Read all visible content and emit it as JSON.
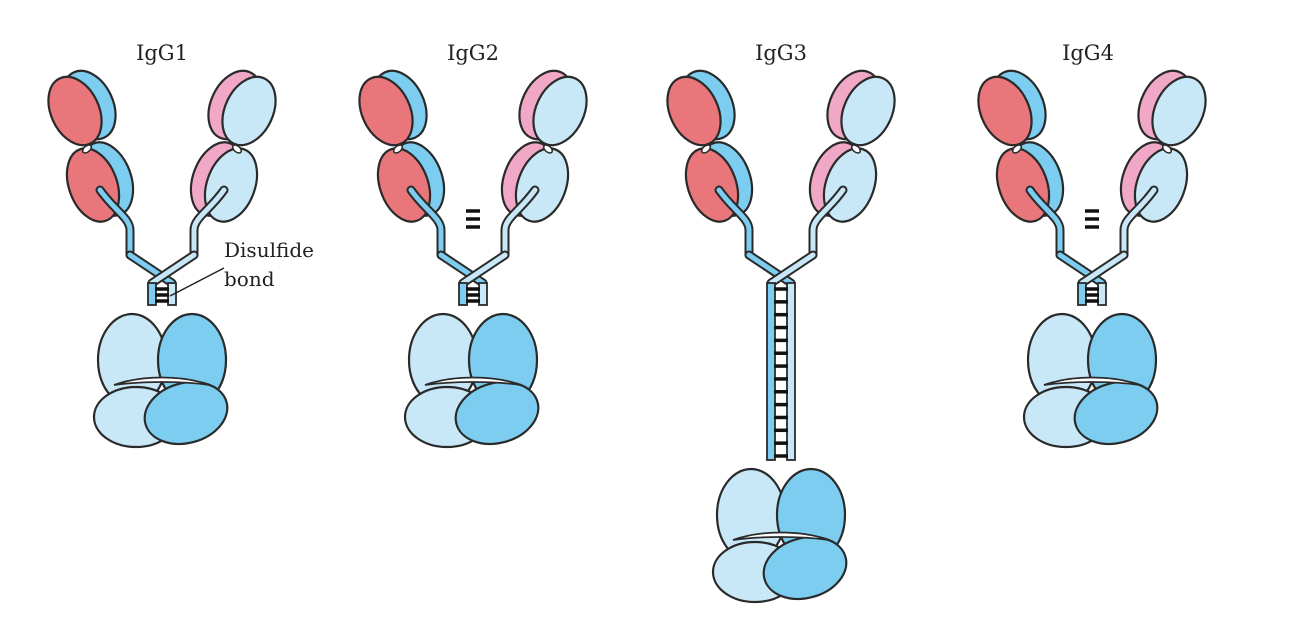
{
  "titles": [
    "IgG1",
    "IgG2",
    "IgG3",
    "IgG4"
  ],
  "annotation": {
    "line1": "Disulfide",
    "line2": "bond"
  },
  "colors": {
    "heavy_dark": "#e8767a",
    "heavy_light_pink": "#f0a8c6",
    "chain_blue": "#7ccdef",
    "chain_pale": "#c8e8f7",
    "outline": "#2a2a2a"
  }
}
